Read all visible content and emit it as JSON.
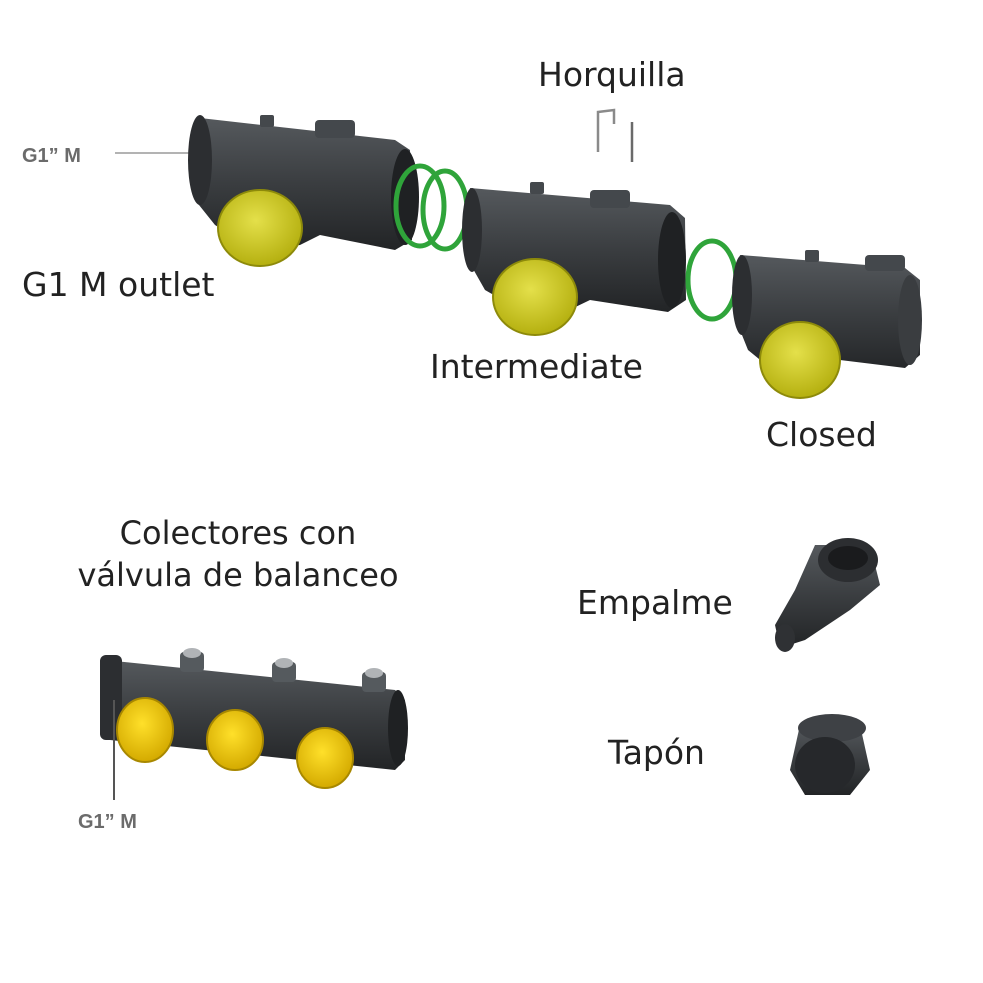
{
  "labels": {
    "horquilla": "Horquilla",
    "g1m_top": "G1” M",
    "outlet": "G1 M outlet",
    "intermediate": "Intermediate",
    "closed": "Closed",
    "colectores_line1": "Colectores con",
    "colectores_line2": "válvula de balanceo",
    "g1m_bottom": "G1” M",
    "empalme": "Empalme",
    "tapon": "Tapón"
  },
  "colors": {
    "body": "#3a3d40",
    "body_dark": "#25272a",
    "cap": "#c8c61a",
    "cap_bright": "#f2d200",
    "oring": "#2fa43a",
    "leader": "#9a9a9a"
  }
}
